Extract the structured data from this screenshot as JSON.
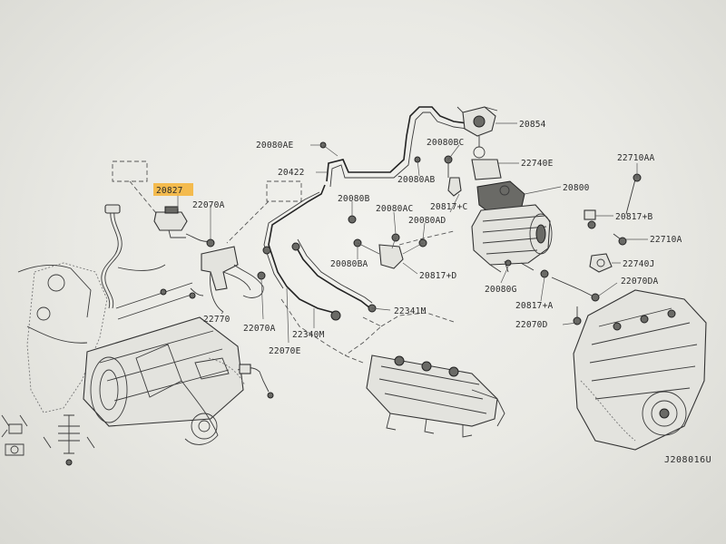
{
  "highlight_color": "#f5b63d",
  "diagram_code": "J208016U",
  "labels": {
    "p20854": "20854",
    "p20080AE": "20080AE",
    "p20080BC": "20080BC",
    "p22740E": "22740E",
    "p22710AA": "22710AA",
    "p20422": "20422",
    "p20080AB": "20080AB",
    "p20800": "20800",
    "p20827": "20827",
    "p22070A_top": "22070A",
    "p20080B": "20080B",
    "p20080AC": "20080AC",
    "p20817C": "20817+C",
    "p20817B": "20817+B",
    "p20080AD": "20080AD",
    "p22710A": "22710A",
    "p20080BA": "20080BA",
    "p22740J": "22740J",
    "p20817D": "20817+D",
    "p20080G": "20080G",
    "p22070DA": "22070DA",
    "p20817A": "20817+A",
    "p22770": "22770",
    "p22341M": "22341M",
    "p22070D": "22070D",
    "p22070A_bot": "22070A",
    "p22340M": "22340M",
    "p22070E": "22070E"
  }
}
